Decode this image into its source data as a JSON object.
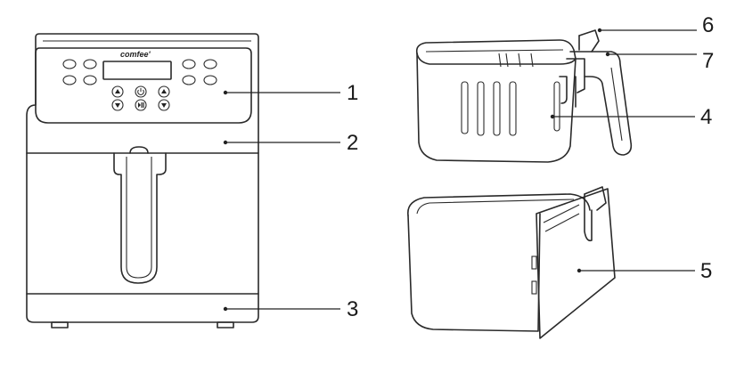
{
  "diagram": {
    "brand_logo": "comfee'",
    "callouts": [
      {
        "id": 1,
        "label": "1"
      },
      {
        "id": 2,
        "label": "2"
      },
      {
        "id": 3,
        "label": "3"
      },
      {
        "id": 4,
        "label": "4"
      },
      {
        "id": 5,
        "label": "5"
      },
      {
        "id": 6,
        "label": "6"
      },
      {
        "id": 7,
        "label": "7"
      }
    ],
    "control_panel": {
      "icons": [
        "up-arrow-icon",
        "power-icon",
        "up-arrow-icon",
        "down-arrow-icon",
        "play-pause-icon",
        "down-arrow-icon"
      ]
    }
  }
}
